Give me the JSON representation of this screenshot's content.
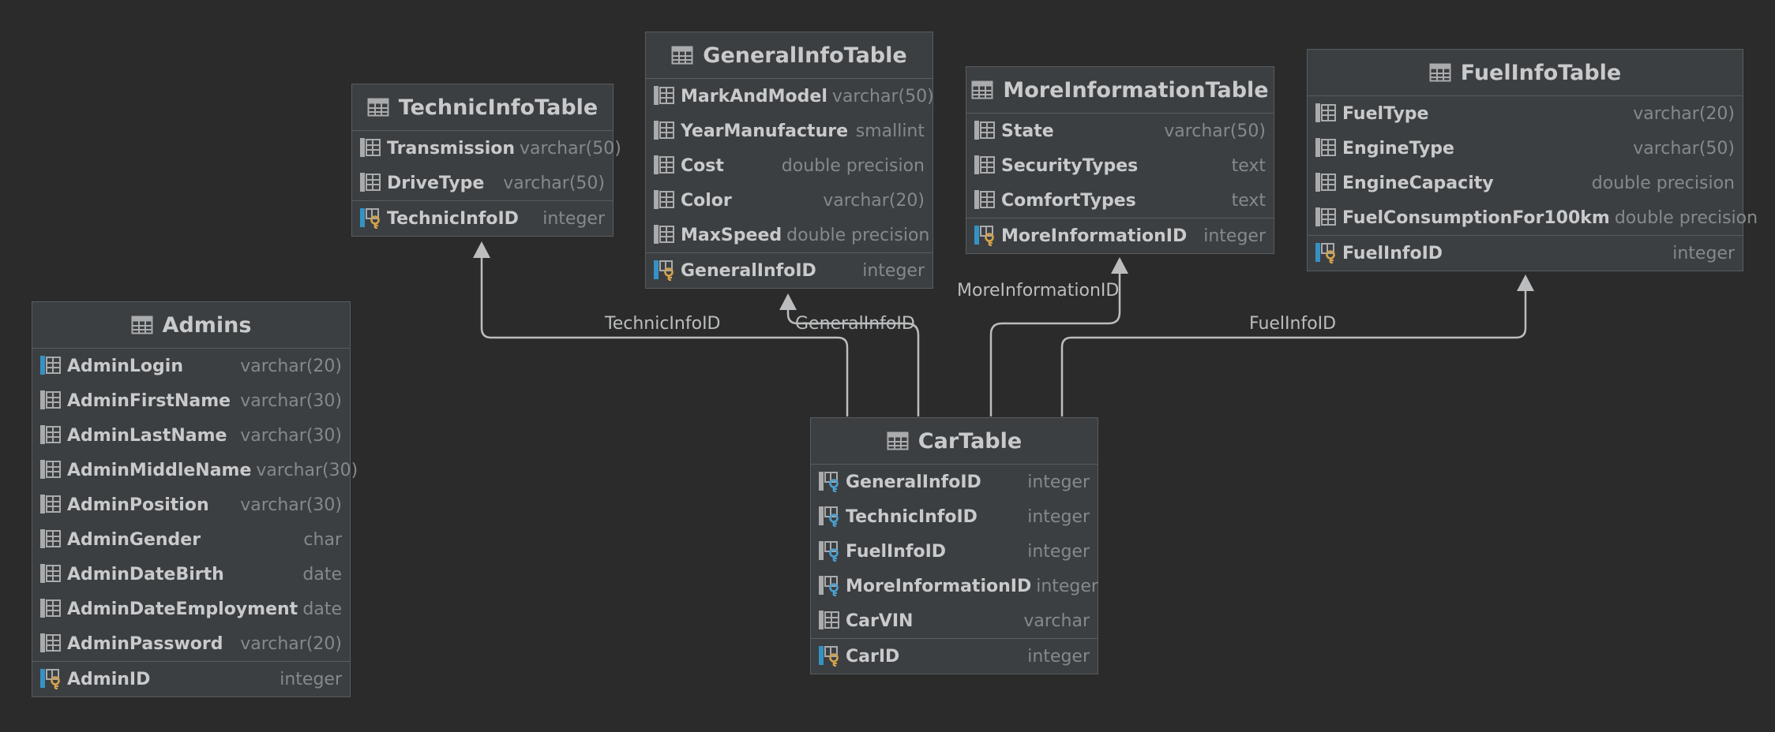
{
  "tables": {
    "technic": {
      "name": "TechnicInfoTable",
      "columns": [
        {
          "name": "Transmission",
          "type": "varchar(50)",
          "icon": "column-icon"
        },
        {
          "name": "DriveType",
          "type": "varchar(50)",
          "icon": "column-icon"
        }
      ],
      "key": {
        "name": "TechnicInfoID",
        "type": "integer",
        "icon": "primary-key-icon"
      }
    },
    "general": {
      "name": "GeneralInfoTable",
      "columns": [
        {
          "name": "MarkAndModel",
          "type": "varchar(50)",
          "icon": "column-icon"
        },
        {
          "name": "YearManufacture",
          "type": "smallint",
          "icon": "column-icon"
        },
        {
          "name": "Cost",
          "type": "double precision",
          "icon": "column-icon"
        },
        {
          "name": "Color",
          "type": "varchar(20)",
          "icon": "column-icon"
        },
        {
          "name": "MaxSpeed",
          "type": "double precision",
          "icon": "column-icon"
        }
      ],
      "key": {
        "name": "GeneralInfoID",
        "type": "integer",
        "icon": "primary-key-icon"
      }
    },
    "more": {
      "name": "MoreInformationTable",
      "columns": [
        {
          "name": "State",
          "type": "varchar(50)",
          "icon": "column-icon"
        },
        {
          "name": "SecurityTypes",
          "type": "text",
          "icon": "column-icon"
        },
        {
          "name": "ComfortTypes",
          "type": "text",
          "icon": "column-icon"
        }
      ],
      "key": {
        "name": "MoreInformationID",
        "type": "integer",
        "icon": "primary-key-icon"
      }
    },
    "fuel": {
      "name": "FuelInfoTable",
      "columns": [
        {
          "name": "FuelType",
          "type": "varchar(20)",
          "icon": "column-icon"
        },
        {
          "name": "EngineType",
          "type": "varchar(50)",
          "icon": "column-icon"
        },
        {
          "name": "EngineCapacity",
          "type": "double precision",
          "icon": "column-icon"
        },
        {
          "name": "FuelConsumptionFor100km",
          "type": "double precision",
          "icon": "column-icon"
        }
      ],
      "key": {
        "name": "FuelInfoID",
        "type": "integer",
        "icon": "primary-key-icon"
      }
    },
    "admins": {
      "name": "Admins",
      "columns": [
        {
          "name": "AdminLogin",
          "type": "varchar(20)",
          "icon": "unique-column-icon"
        },
        {
          "name": "AdminFirstName",
          "type": "varchar(30)",
          "icon": "column-icon"
        },
        {
          "name": "AdminLastName",
          "type": "varchar(30)",
          "icon": "column-icon"
        },
        {
          "name": "AdminMiddleName",
          "type": "varchar(30)",
          "icon": "column-icon"
        },
        {
          "name": "AdminPosition",
          "type": "varchar(30)",
          "icon": "column-icon"
        },
        {
          "name": "AdminGender",
          "type": "char",
          "icon": "column-icon"
        },
        {
          "name": "AdminDateBirth",
          "type": "date",
          "icon": "column-icon"
        },
        {
          "name": "AdminDateEmployment",
          "type": "date",
          "icon": "column-icon"
        },
        {
          "name": "AdminPassword",
          "type": "varchar(20)",
          "icon": "column-icon"
        }
      ],
      "key": {
        "name": "AdminID",
        "type": "integer",
        "icon": "primary-key-icon"
      }
    },
    "car": {
      "name": "CarTable",
      "columns": [
        {
          "name": "GeneralInfoID",
          "type": "integer",
          "icon": "foreign-key-icon"
        },
        {
          "name": "TechnicInfoID",
          "type": "integer",
          "icon": "foreign-key-icon"
        },
        {
          "name": "FuelInfoID",
          "type": "integer",
          "icon": "foreign-key-icon"
        },
        {
          "name": "MoreInformationID",
          "type": "integer",
          "icon": "foreign-key-icon"
        },
        {
          "name": "CarVIN",
          "type": "varchar",
          "icon": "column-icon"
        }
      ],
      "key": {
        "name": "CarID",
        "type": "integer",
        "icon": "primary-key-icon"
      }
    }
  },
  "relations": [
    {
      "label": "TechnicInfoID",
      "from": "CarTable",
      "to": "TechnicInfoTable"
    },
    {
      "label": "GeneralInfoID",
      "from": "CarTable",
      "to": "GeneralInfoTable"
    },
    {
      "label": "MoreInformationID",
      "from": "CarTable",
      "to": "MoreInformationTable"
    },
    {
      "label": "FuelInfoID",
      "from": "CarTable",
      "to": "FuelInfoTable"
    }
  ],
  "colors": {
    "background": "#2b2b2b",
    "table_body": "#3c3f41",
    "border": "#595c5e",
    "connector": "#bbbdbf",
    "key_gold": "#d4a24c",
    "fk_blue": "#4a9fd1",
    "unique_blue": "#3592c4"
  }
}
